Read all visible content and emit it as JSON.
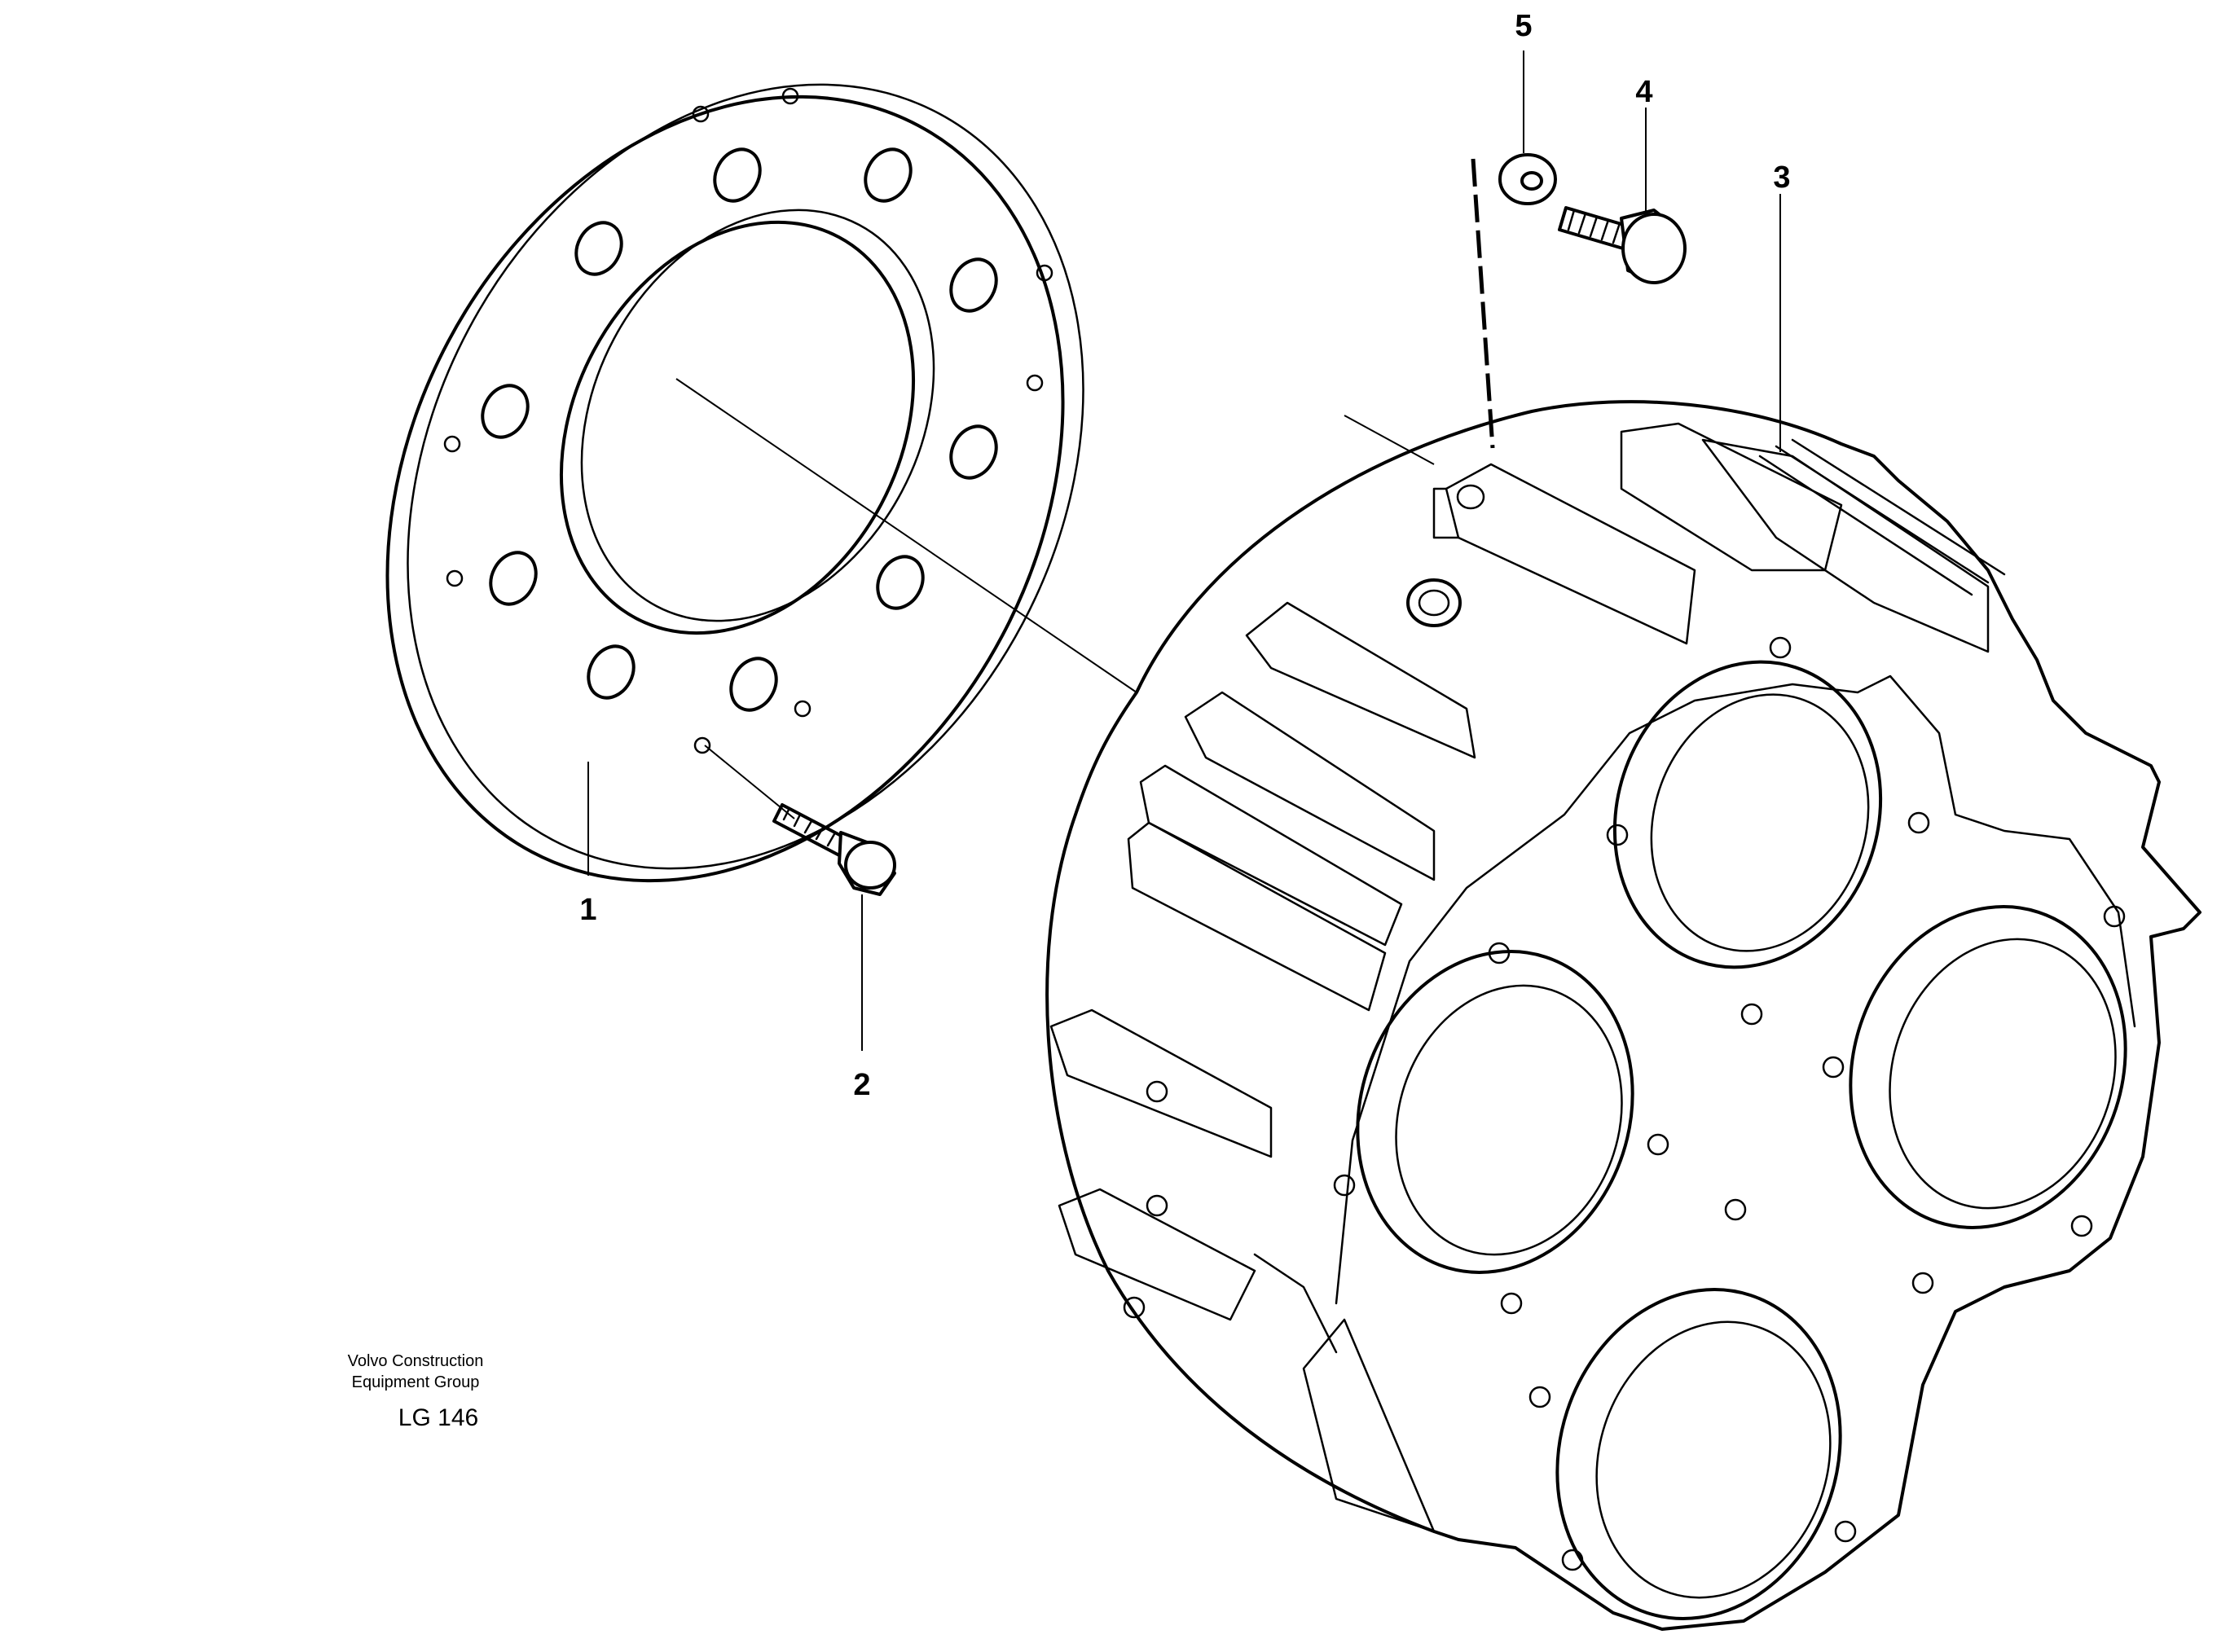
{
  "callouts": {
    "part_1": "1",
    "part_2": "2",
    "part_3": "3",
    "part_4": "4",
    "part_5": "5"
  },
  "caption": {
    "company_line1": "Volvo Construction",
    "company_line2": "Equipment Group",
    "figure_id": "LG 146"
  }
}
